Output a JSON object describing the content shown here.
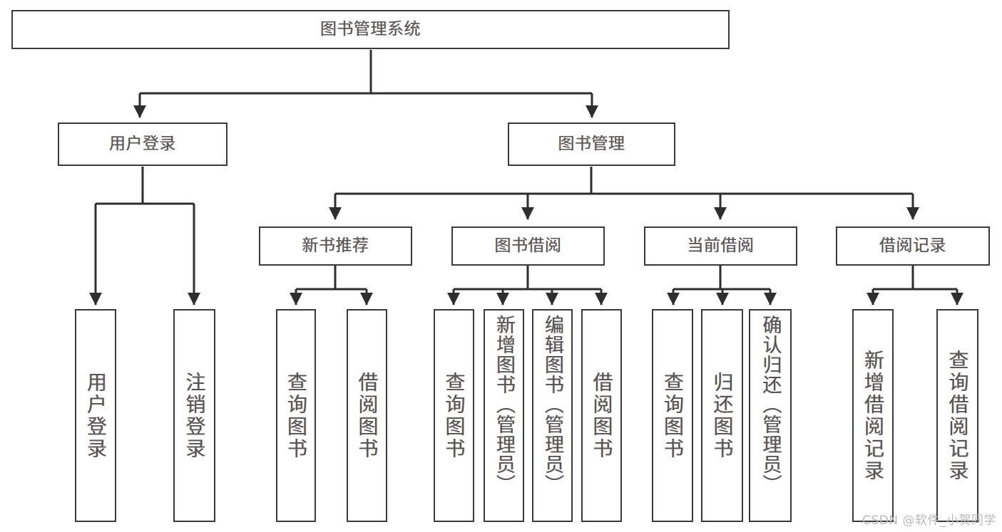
{
  "diagram": {
    "title": "图书管理系统",
    "type": "hierarchy-tree",
    "watermark": "CSDN @软件_小贺同学",
    "colors": {
      "box_border": "#3a3a3a",
      "box_fill": "#ffffff",
      "text": "#555555",
      "connector": "#2e2e2e",
      "watermark": "#b9b9b9"
    },
    "levels": [
      {
        "level": 0,
        "nodes": [
          {
            "id": "root",
            "label": "图书管理系统",
            "orientation": "horizontal"
          }
        ]
      },
      {
        "level": 1,
        "nodes": [
          {
            "id": "user-login",
            "label": "用户登录",
            "orientation": "horizontal",
            "parent": "root"
          },
          {
            "id": "book-manage",
            "label": "图书管理",
            "orientation": "horizontal",
            "parent": "root"
          }
        ]
      },
      {
        "level": 2,
        "nodes": [
          {
            "id": "new-book-rec",
            "label": "新书推荐",
            "orientation": "horizontal",
            "parent": "book-manage"
          },
          {
            "id": "book-borrow",
            "label": "图书借阅",
            "orientation": "horizontal",
            "parent": "book-manage"
          },
          {
            "id": "current-borrow",
            "label": "当前借阅",
            "orientation": "horizontal",
            "parent": "book-manage"
          },
          {
            "id": "borrow-record",
            "label": "借阅记录",
            "orientation": "horizontal",
            "parent": "book-manage"
          }
        ]
      },
      {
        "level": 3,
        "nodes": [
          {
            "id": "leaf-user-login",
            "label": "用户登录",
            "orientation": "vertical",
            "parent": "user-login"
          },
          {
            "id": "leaf-logout",
            "label": "注销登录",
            "orientation": "vertical",
            "parent": "user-login"
          },
          {
            "id": "leaf-query-book-1",
            "label": "查询图书",
            "orientation": "vertical",
            "parent": "new-book-rec"
          },
          {
            "id": "leaf-borrow-book-1",
            "label": "借阅图书",
            "orientation": "vertical",
            "parent": "new-book-rec"
          },
          {
            "id": "leaf-query-book-2",
            "label": "查询图书",
            "orientation": "vertical",
            "parent": "book-borrow"
          },
          {
            "id": "leaf-add-book",
            "label": "新增图书（管理员）",
            "orientation": "vertical",
            "parent": "book-borrow"
          },
          {
            "id": "leaf-edit-book",
            "label": "编辑图书（管理员）",
            "orientation": "vertical",
            "parent": "book-borrow"
          },
          {
            "id": "leaf-borrow-book-2",
            "label": "借阅图书",
            "orientation": "vertical",
            "parent": "book-borrow"
          },
          {
            "id": "leaf-query-book-3",
            "label": "查询图书",
            "orientation": "vertical",
            "parent": "current-borrow"
          },
          {
            "id": "leaf-return-book",
            "label": "归还图书",
            "orientation": "vertical",
            "parent": "current-borrow"
          },
          {
            "id": "leaf-confirm-return",
            "label": "确认归还（管理员）",
            "orientation": "vertical",
            "parent": "current-borrow"
          },
          {
            "id": "leaf-add-record",
            "label": "新增借阅记录",
            "orientation": "vertical",
            "parent": "borrow-record"
          },
          {
            "id": "leaf-query-record",
            "label": "查询借阅记录",
            "orientation": "vertical",
            "parent": "borrow-record"
          }
        ]
      }
    ]
  }
}
